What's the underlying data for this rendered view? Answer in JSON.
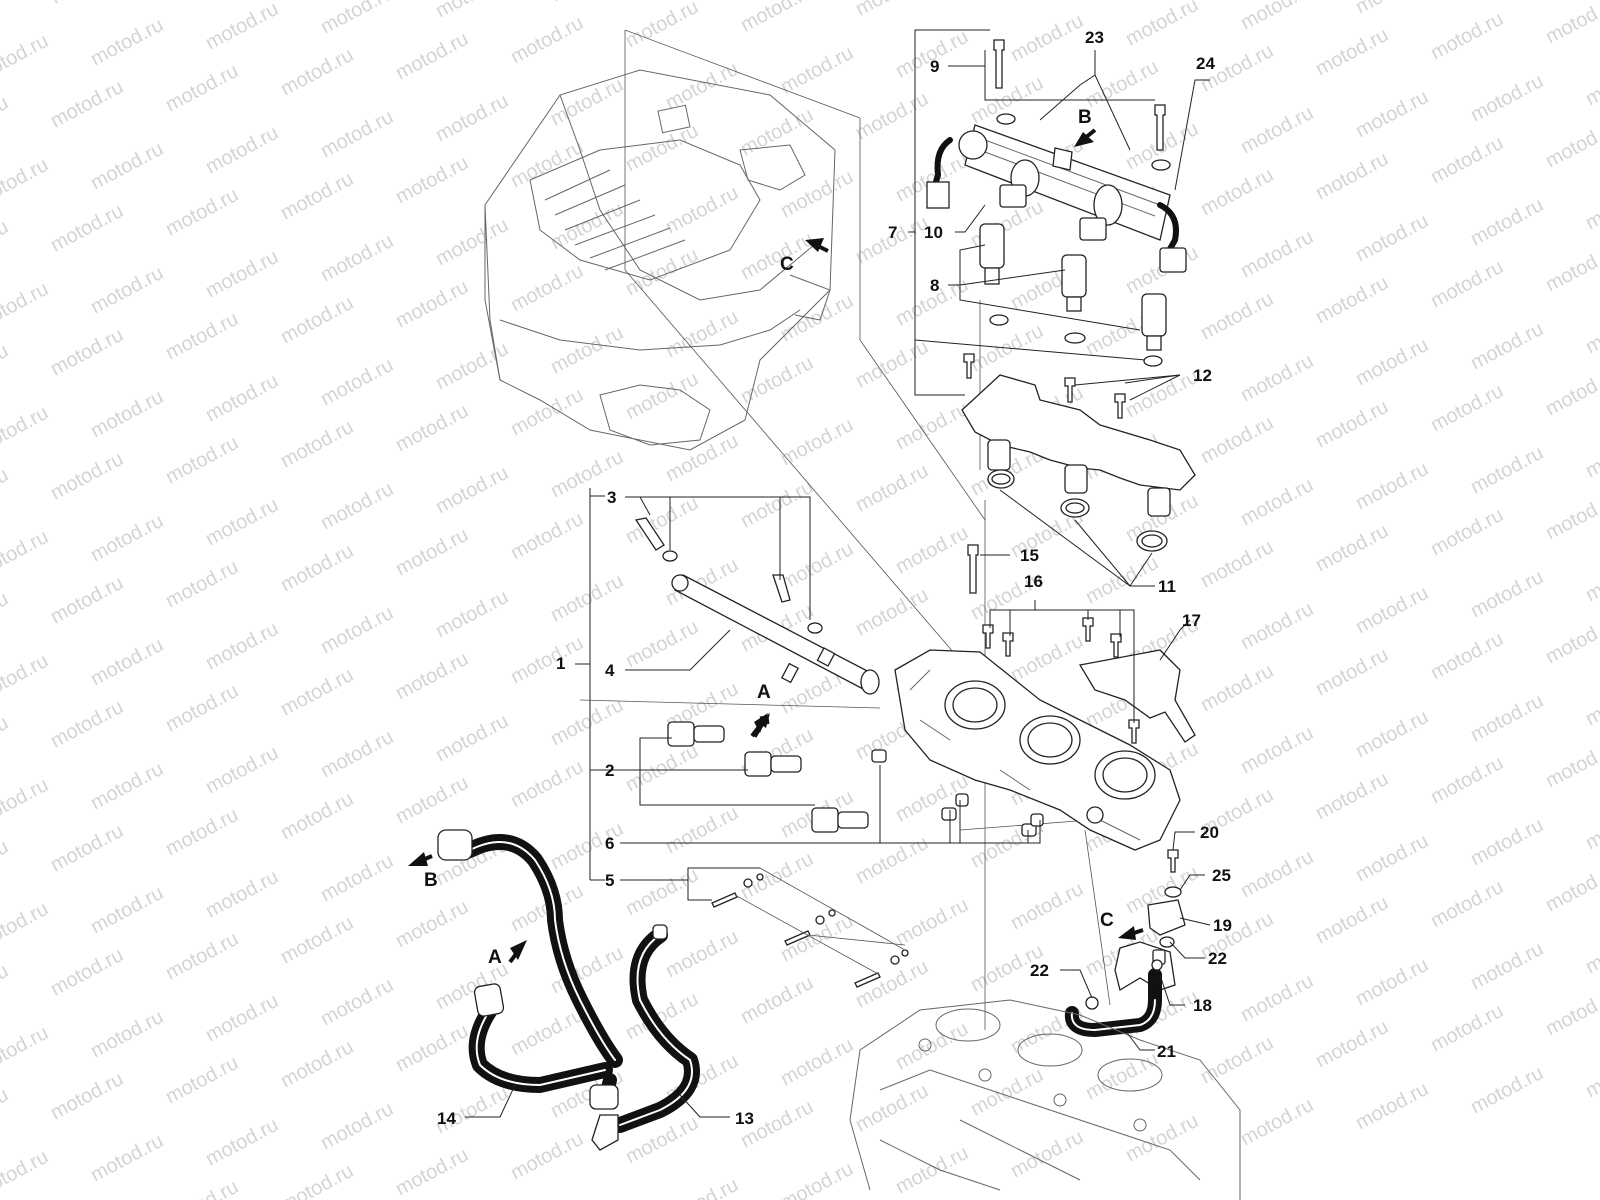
{
  "watermark": "motod.ru",
  "callouts": {
    "c1": "1",
    "c2": "2",
    "c3": "3",
    "c4": "4",
    "c5": "5",
    "c6": "6",
    "c7": "7",
    "c8": "8",
    "c9": "9",
    "c10": "10",
    "c11": "11",
    "c12": "12",
    "c13": "13",
    "c14": "14",
    "c15": "15",
    "c16": "16",
    "c17": "17",
    "c18": "18",
    "c19": "19",
    "c20": "20",
    "c21": "21",
    "c22a": "22",
    "c22b": "22",
    "c23": "23",
    "c24": "24",
    "c25": "25"
  },
  "view_markers": {
    "a_top": "A",
    "a_bottom": "A",
    "b_top": "B",
    "b_bottom": "B",
    "c_top": "C",
    "c_bottom": "C"
  }
}
